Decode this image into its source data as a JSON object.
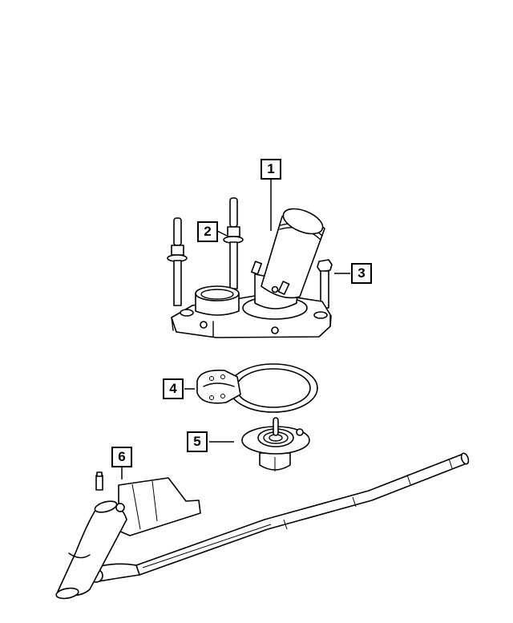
{
  "diagram": {
    "type": "exploded-parts-diagram",
    "background": "#ffffff",
    "line_color": "#000000",
    "callouts": [
      {
        "id": 1,
        "label": "1",
        "part": "thermostat-housing-outlet"
      },
      {
        "id": 2,
        "label": "2",
        "part": "stud"
      },
      {
        "id": 3,
        "label": "3",
        "part": "bolt"
      },
      {
        "id": 4,
        "label": "4",
        "part": "gasket"
      },
      {
        "id": 5,
        "label": "5",
        "part": "thermostat"
      },
      {
        "id": 6,
        "label": "6",
        "part": "water-outlet-and-tube-assembly"
      }
    ]
  }
}
